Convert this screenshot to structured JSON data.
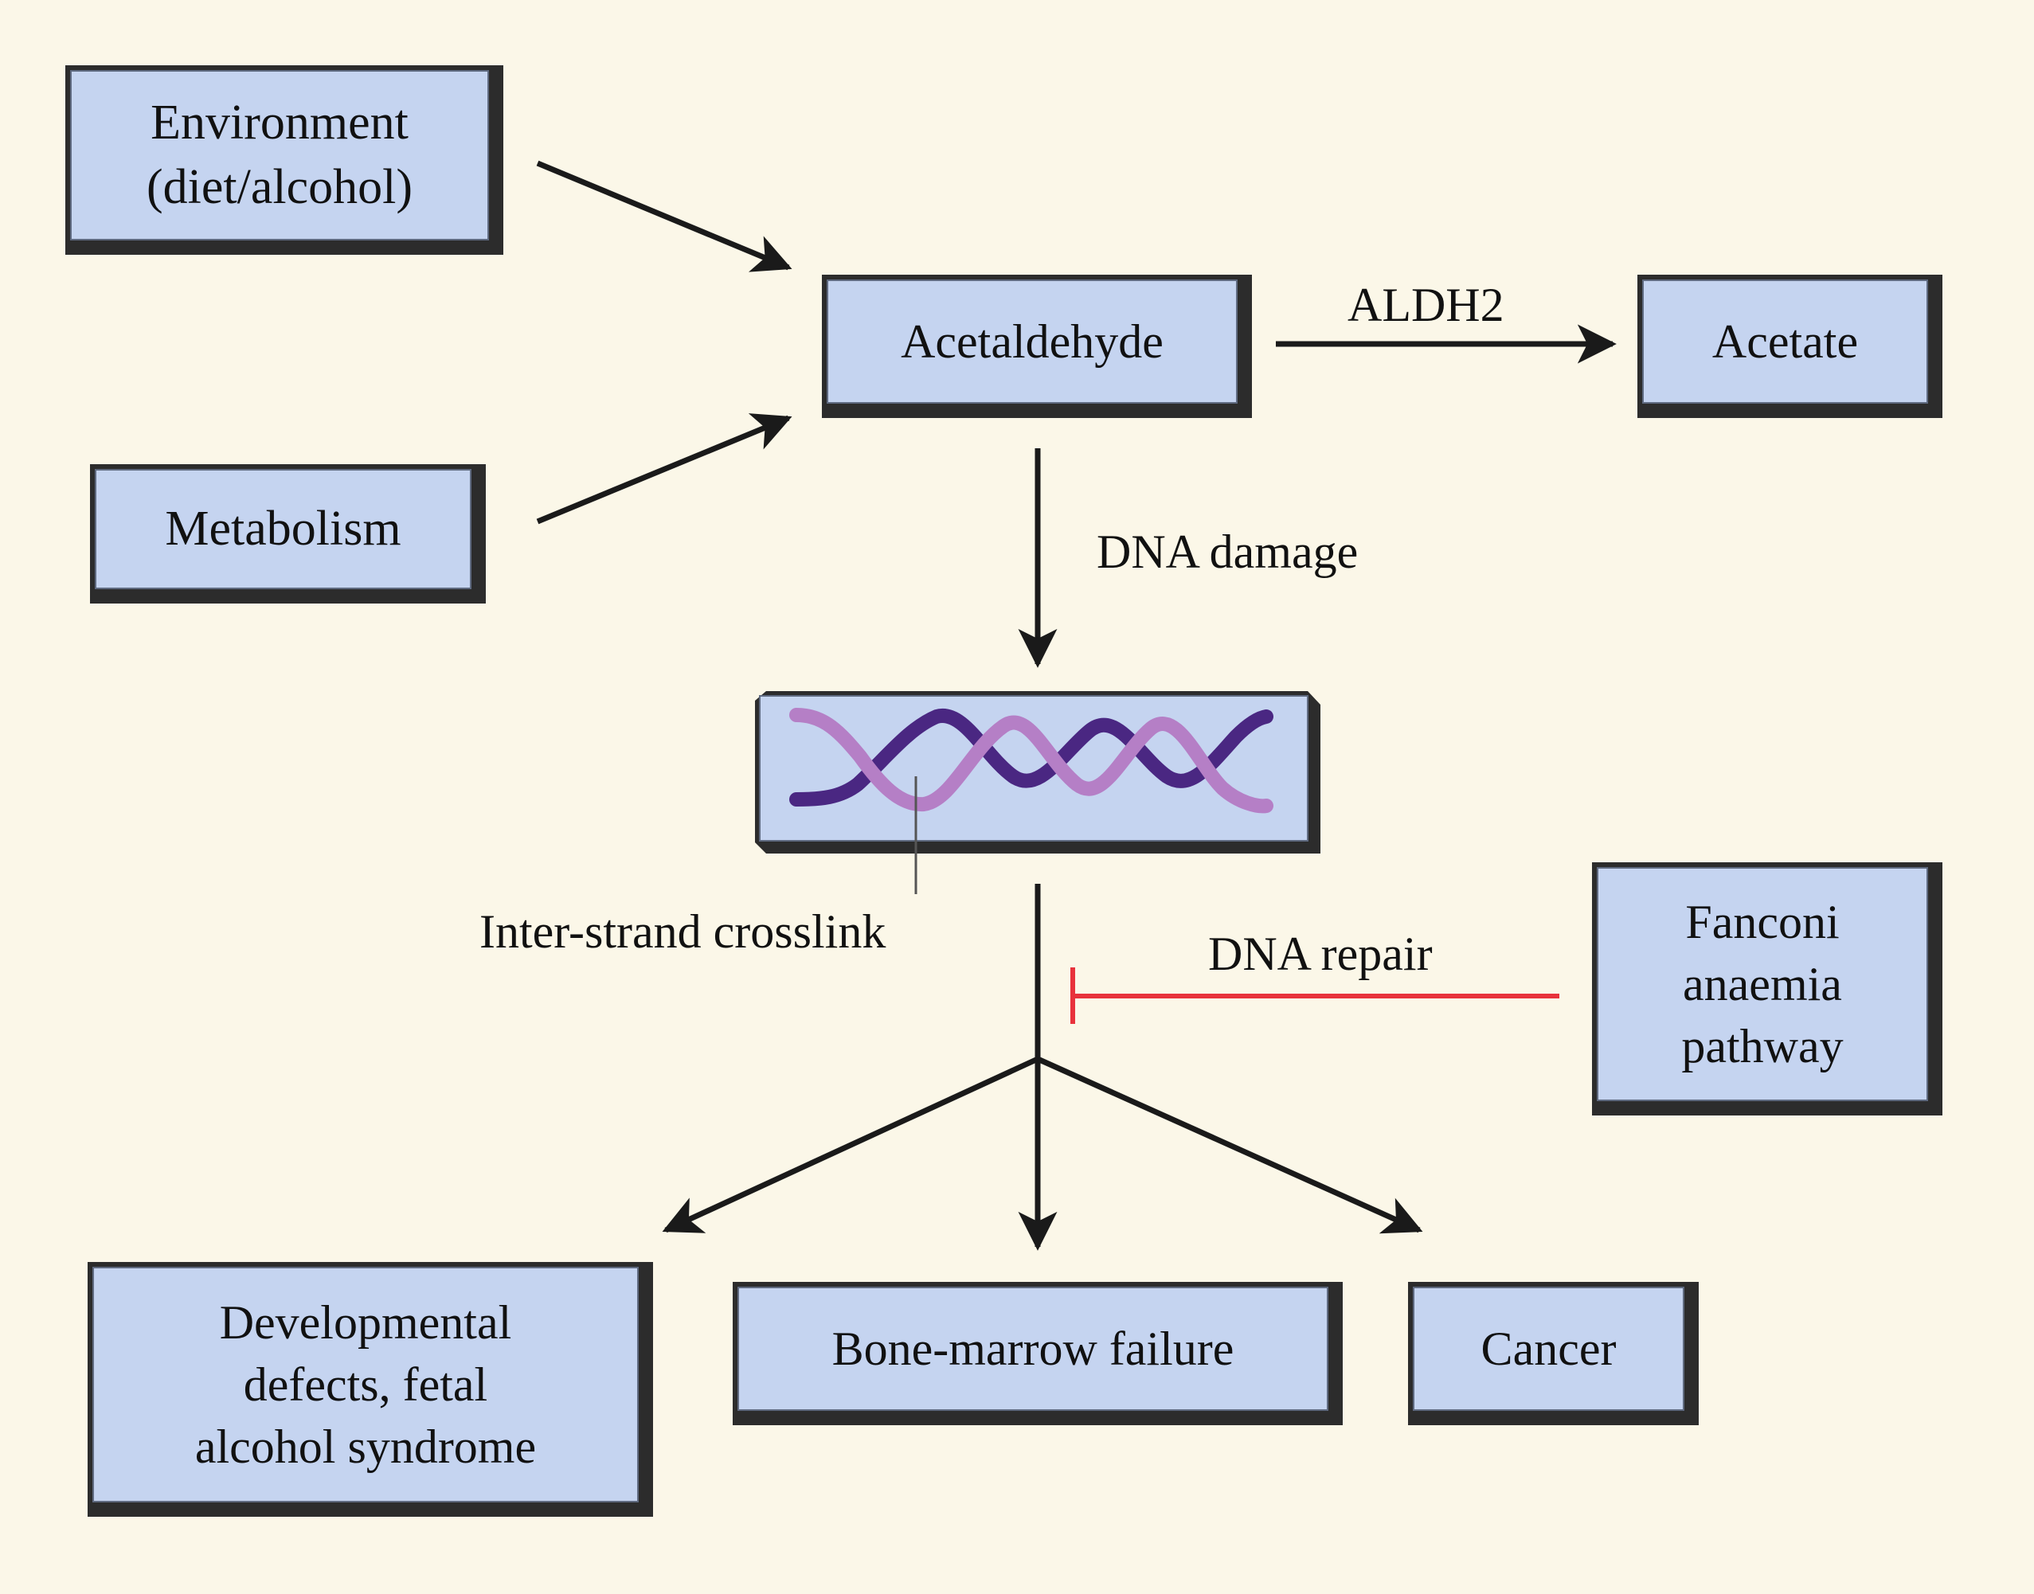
{
  "nodes": {
    "environment": "Environment\n(diet/alcohol)",
    "metabolism": "Metabolism",
    "acetaldehyde": "Acetaldehyde",
    "acetate": "Acetate",
    "fanconi": "Fanconi\nanaemia\npathway",
    "developmental": "Developmental\ndefects, fetal\nalcohol syndrome",
    "bone_marrow": "Bone-marrow failure",
    "cancer": "Cancer"
  },
  "labels": {
    "aldh2": "ALDH2",
    "dna_damage": "DNA damage",
    "crosslink": "Inter-strand crosslink",
    "dna_repair": "DNA repair"
  },
  "colors": {
    "box_fill": "#c5d4f0",
    "background": "#fbf7e8",
    "arrow": "#1a1a1a",
    "inhibition": "#e8323c",
    "dna_light_strand": "#b57fc6",
    "dna_dark_strand": "#4a2782"
  }
}
